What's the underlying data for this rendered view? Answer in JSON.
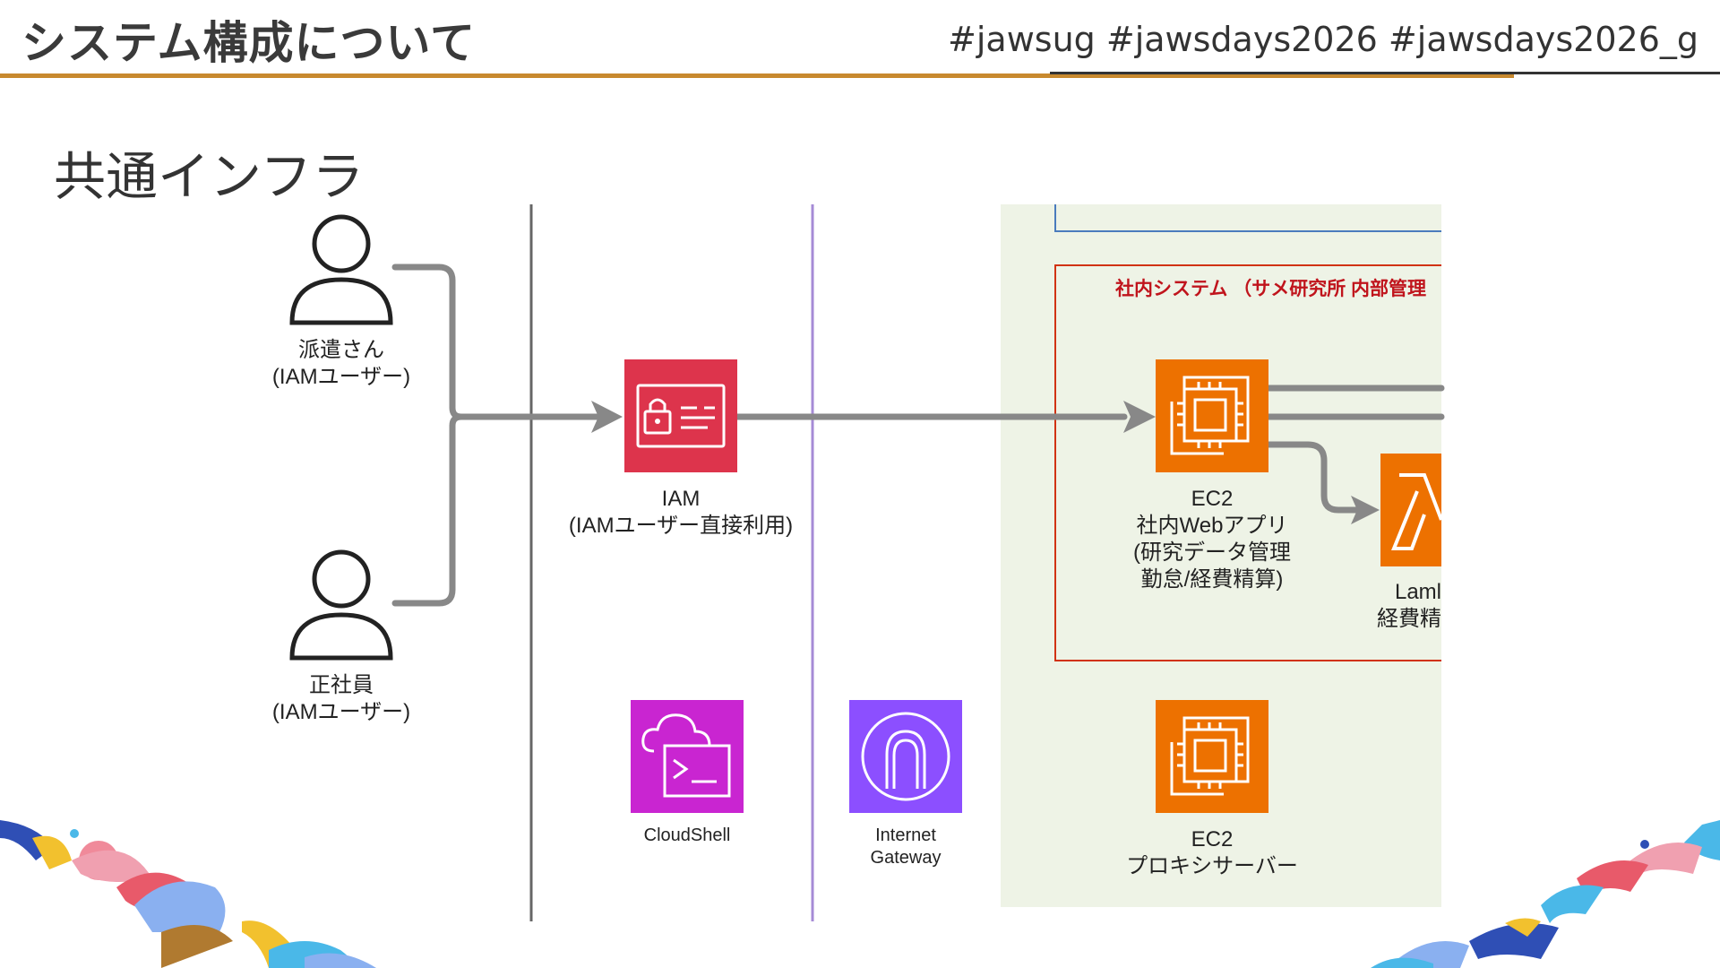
{
  "header": {
    "title": "システム構成について",
    "hashtags": "#jawsug #jawsdays2026 #jawsdays2026_g"
  },
  "section": {
    "title": "共通インフラ"
  },
  "diagram": {
    "users": [
      {
        "name": "派遣さん",
        "role": "(IAMユーザー)"
      },
      {
        "name": "正社員",
        "role": "(IAMユーザー)"
      }
    ],
    "iam": {
      "line1": "IAM",
      "line2": "(IAMユーザー直接利用)"
    },
    "cloudshell": {
      "label": "CloudShell"
    },
    "igw": {
      "line1": "Internet",
      "line2": "Gateway"
    },
    "internal_system": {
      "title": "社内システム （サメ研究所 内部管理"
    },
    "ec2_web": {
      "line1": "EC2",
      "line2": "社内Webアプリ",
      "line3": "(研究データ管理",
      "line4": "勤怠/経費精算)"
    },
    "lambda": {
      "line1": "Laml",
      "line2": "経費精"
    },
    "ec2_proxy": {
      "line1": "EC2",
      "line2": "プロキシサーバー"
    }
  },
  "colors": {
    "accent_gold": "#c8892e",
    "iam_red": "#dd344c",
    "ec2_orange": "#ed7100",
    "cloudshell_magenta": "#c925d1",
    "igw_purple": "#8c4fff",
    "vpc_bg": "#eef3e6",
    "system_border": "#d13212",
    "arrow_gray": "#888888"
  }
}
